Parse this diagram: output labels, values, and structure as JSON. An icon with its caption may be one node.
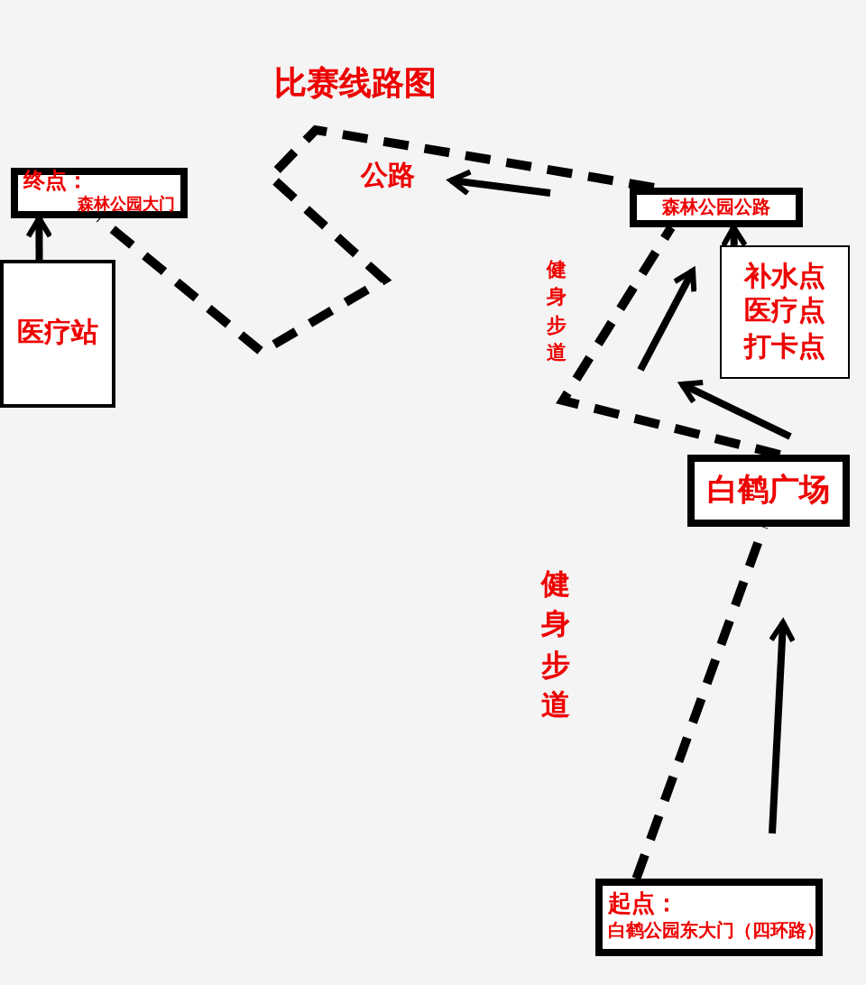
{
  "diagram": {
    "title": "比赛线路图",
    "nodes": [
      {
        "text": [
          "起点：",
          "白鹤公园东大门（四环路）"
        ]
      },
      {
        "text": [
          "白鹤广场"
        ]
      },
      {
        "text": [
          "森林公园公路"
        ]
      },
      {
        "text": [
          "终点：",
          "森林公园大门"
        ]
      },
      {
        "text": [
          "补水点",
          "医疗点",
          "打卡点"
        ]
      },
      {
        "text": [
          "医疗站"
        ]
      }
    ],
    "edges": [
      {
        "from": 0,
        "to": 1,
        "arrow": "none",
        "style": "dashed"
      },
      {
        "from": 1,
        "to": 2,
        "arrow": "none",
        "style": "dashed"
      },
      {
        "from": 2,
        "to": 3,
        "arrow": "none",
        "style": "dashed"
      },
      {
        "from": 4,
        "to": 2,
        "arrow": "to"
      },
      {
        "from": 5,
        "to": 3,
        "arrow": "to"
      }
    ],
    "labels": [
      "公路",
      "健身步道",
      "健身步道"
    ]
  }
}
